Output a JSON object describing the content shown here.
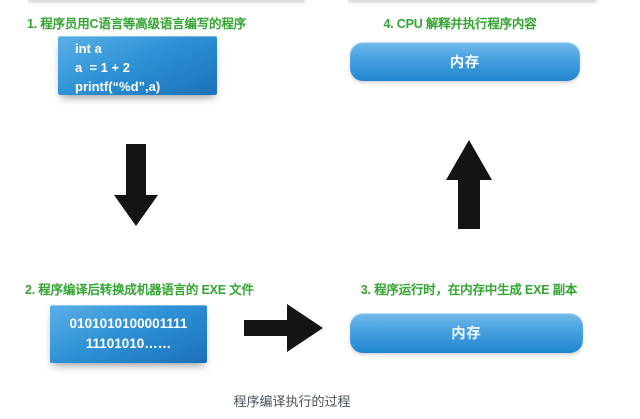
{
  "caption": "程序编译执行的过程",
  "steps": {
    "step1": {
      "label": "1. 程序员用C语言等高级语言编写的程序",
      "code_lines": [
        "int a",
        "a  = 1 + 2",
        "printf(“%d”,a)"
      ]
    },
    "step2": {
      "label": "2. 程序编译后转换成机器语言的 EXE 文件",
      "binary_lines": [
        "0101010100001111",
        "11101010……"
      ]
    },
    "step3": {
      "label": "3. 程序运行时，在内存中生成 EXE 副本",
      "memory_label": "内存"
    },
    "step4": {
      "label": "4. CPU 解释并执行程序内容",
      "memory_label": "内存"
    }
  },
  "arrows": {
    "down": "step1-to-step2",
    "right": "step2-to-step3",
    "up": "step3-to-step4"
  },
  "colors": {
    "title_green": "#33a532",
    "box_blue_top": "#5bb0e8",
    "box_blue_bottom": "#1a71ba",
    "button_blue_top": "#72bbec",
    "button_blue_bottom": "#1f86d0",
    "arrow_black": "#141414",
    "caption_gray": "#46515b",
    "background": "#ffffff"
  }
}
